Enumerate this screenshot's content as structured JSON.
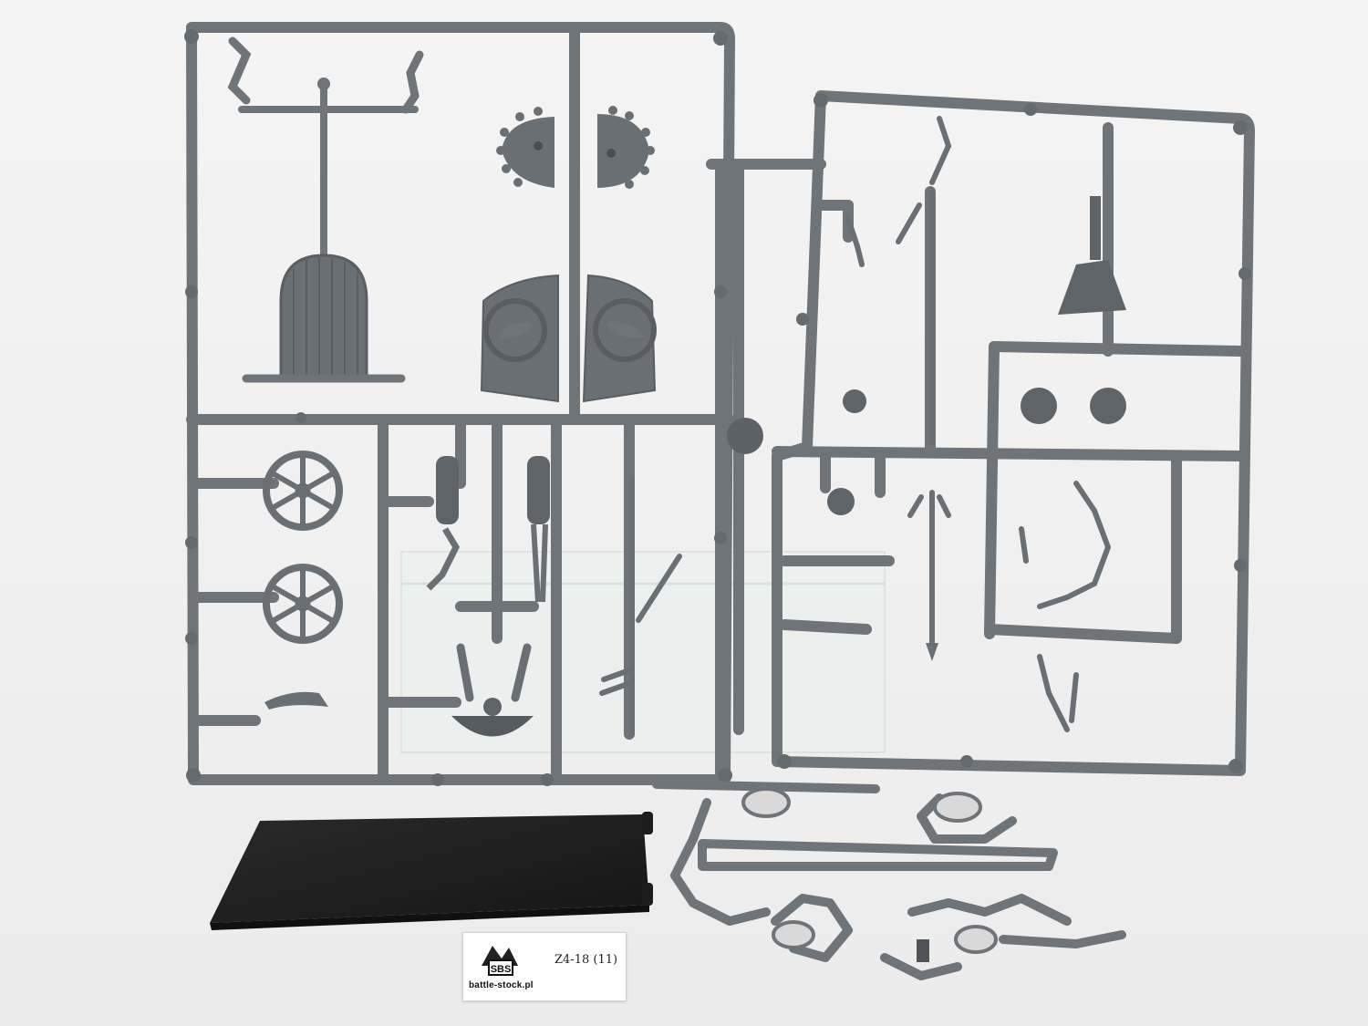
{
  "photo": {
    "background_color": "#f1f1f1",
    "sprue_color": "#6f7479",
    "sprue_dark": "#5a5e63",
    "base_color": "#222222",
    "label": {
      "logo_text": "battle-stock.pl",
      "code": "Z4-18 (11)",
      "logo_letters": "SBS"
    }
  }
}
